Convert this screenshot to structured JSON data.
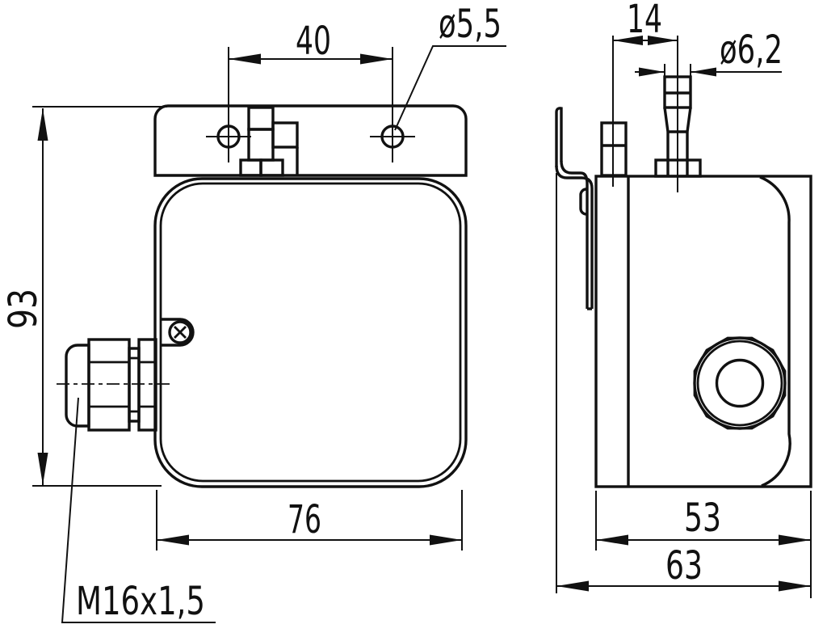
{
  "drawing": {
    "type": "technical-drawing-two-views",
    "views": {
      "front": {
        "dimensions": {
          "hole_spacing": "40",
          "hole_diameter": "ø5,5",
          "overall_height": "93",
          "body_width": "76",
          "cable_gland_thread": "M16x1,5"
        }
      },
      "side": {
        "dimensions": {
          "terminal_spacing": "14",
          "terminal_diameter": "ø6,2",
          "body_depth": "53",
          "overall_depth": "63"
        }
      }
    },
    "colors": {
      "line": "#111111",
      "background": "#ffffff"
    }
  }
}
